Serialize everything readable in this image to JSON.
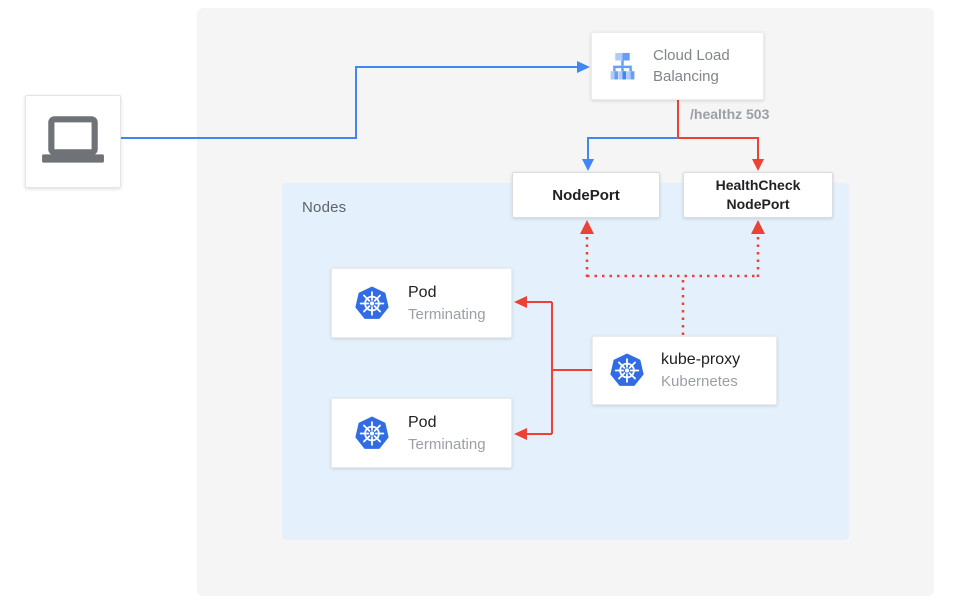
{
  "colors": {
    "blue": "#4285f4",
    "red": "#ea4335",
    "panel-bg": "#f5f5f5",
    "nodes-bg": "#e4f1fc",
    "card-border": "#dadce0",
    "text-dark": "#202124",
    "text-gray": "#80868b",
    "text-muted": "#9aa0a6",
    "icon-gray": "#6f7377",
    "k8s-blue": "#326ce5",
    "lb-light": "#aecbfa",
    "lb-mid": "#669df6",
    "lb-dark": "#4285f4"
  },
  "diagram": {
    "client": {
      "icon": "laptop-icon"
    },
    "cloud_load_balancing": {
      "label": "Cloud Load Balancing",
      "icon": "load-balancer-icon"
    },
    "health_check_label": "/healthz 503",
    "nodes_group": {
      "label": "Nodes"
    },
    "node_port": {
      "label": "NodePort"
    },
    "health_check_node_port": {
      "label": "HealthCheck NodePort"
    },
    "pods": [
      {
        "title": "Pod",
        "status": "Terminating",
        "icon": "kubernetes-icon"
      },
      {
        "title": "Pod",
        "status": "Terminating",
        "icon": "kubernetes-icon"
      }
    ],
    "kube_proxy": {
      "title": "kube-proxy",
      "subtitle": "Kubernetes",
      "icon": "kubernetes-icon"
    }
  }
}
